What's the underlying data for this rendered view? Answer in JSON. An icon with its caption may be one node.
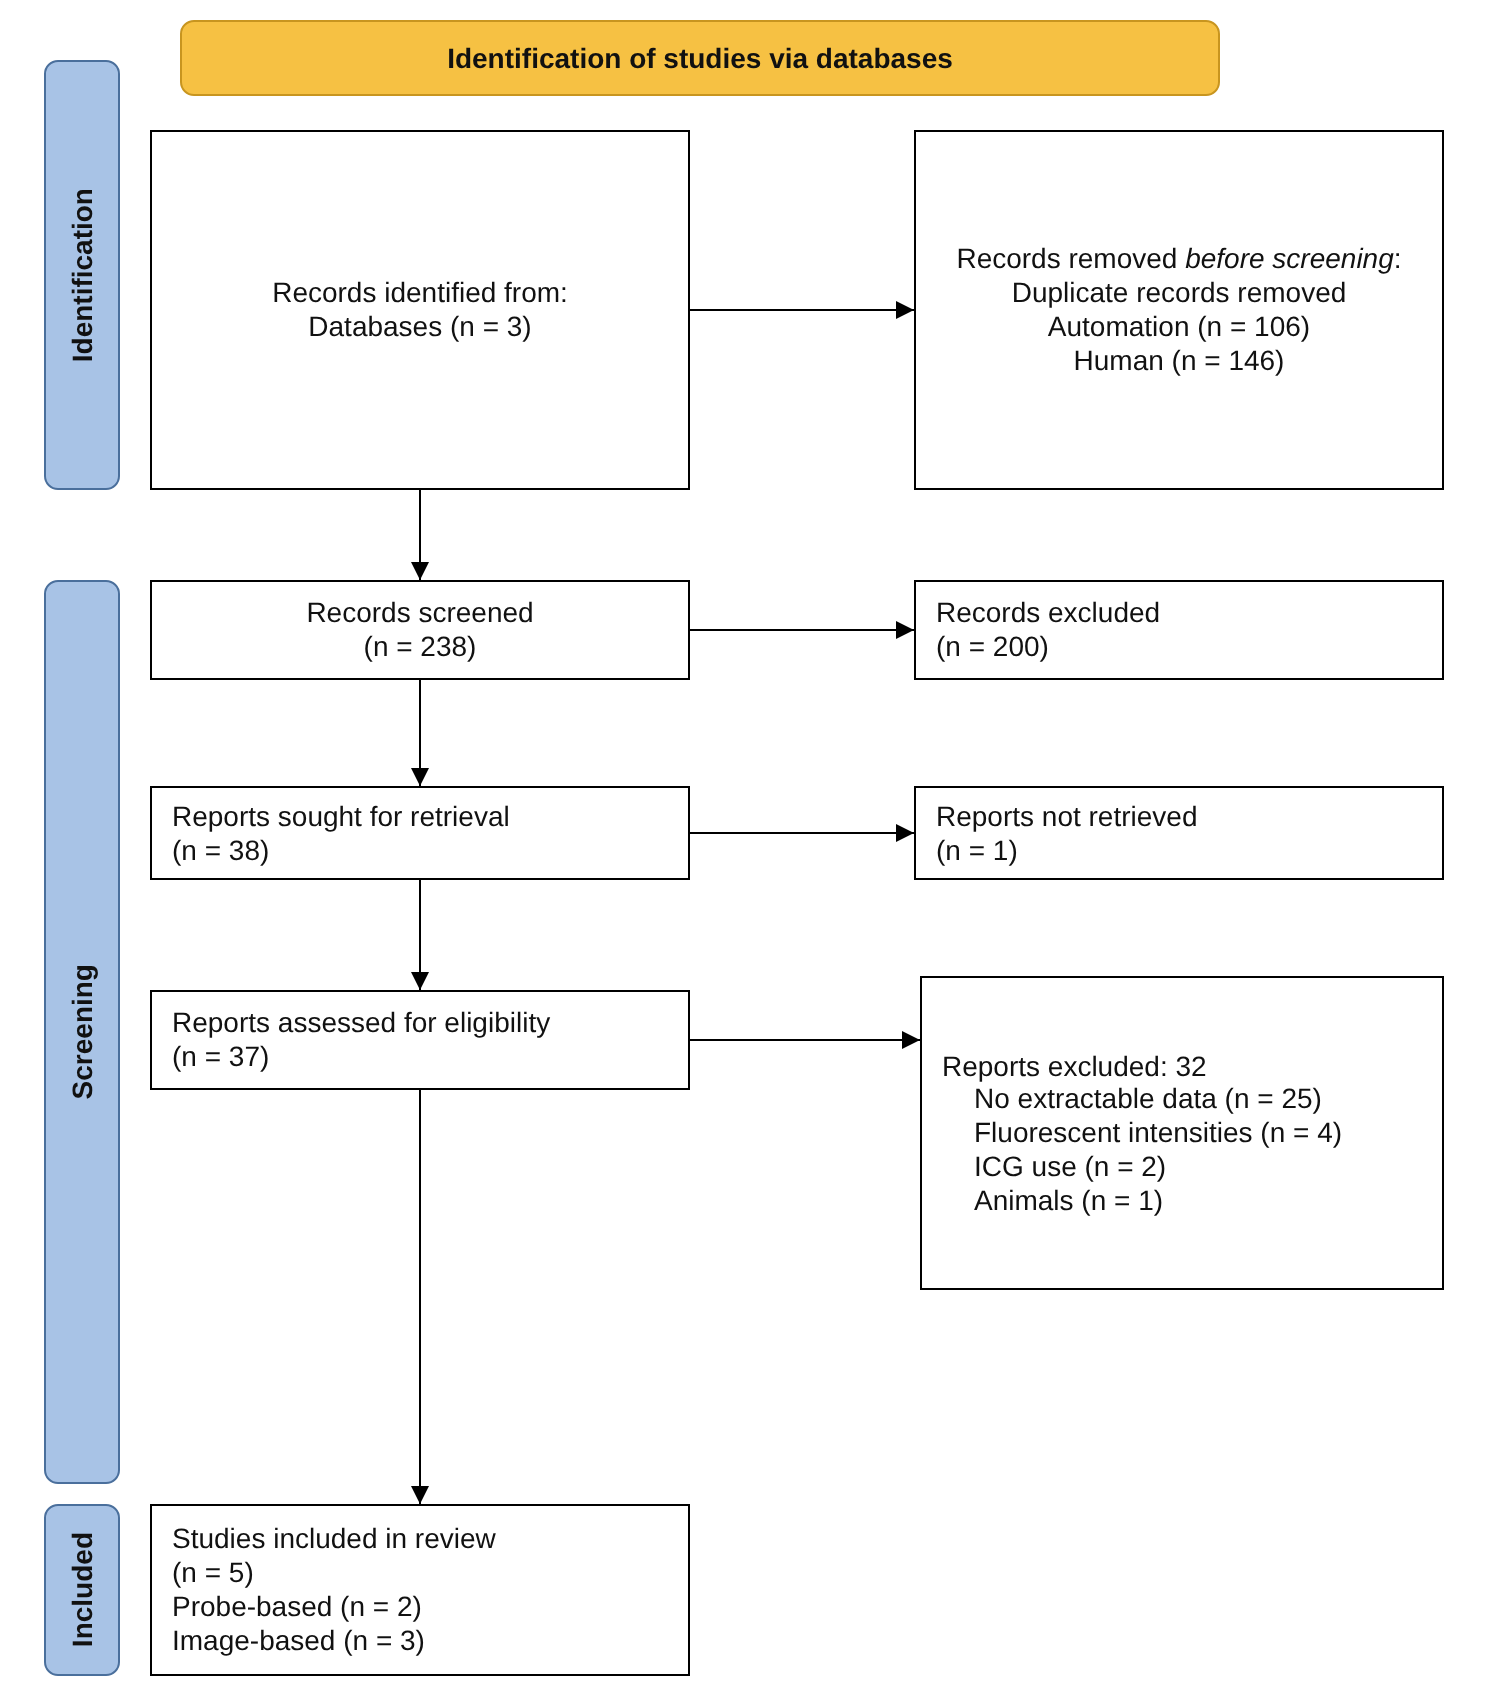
{
  "diagram": {
    "nodes": [
      {
        "text": [
          "Identification of studies via databases"
        ]
      },
      {
        "text": [
          "Identification"
        ]
      },
      {
        "text": [
          "Records identified from:",
          "Databases (n = 3)"
        ]
      },
      {
        "text": [
          "Records removed *before screening*:",
          "Duplicate records removed",
          "Automation (n = 106)",
          "Human (n = 146)"
        ]
      },
      {
        "text": [
          "Screening"
        ]
      },
      {
        "text": [
          "Records screened",
          "(n = 238)"
        ]
      },
      {
        "text": [
          "Records excluded",
          "(n = 200)"
        ]
      },
      {
        "text": [
          "Reports sought for retrieval",
          "(n = 38)"
        ]
      },
      {
        "text": [
          "Reports not retrieved",
          "(n = 1)"
        ]
      },
      {
        "text": [
          "Reports assessed for eligibility",
          "(n = 37)"
        ]
      },
      {
        "text": [
          "Reports excluded: 32",
          "No extractable data (n = 25)",
          "Fluorescent intensities (n = 4)",
          "ICG use (n = 2)",
          "Animals (n = 1)"
        ]
      },
      {
        "text": [
          "Included"
        ]
      },
      {
        "text": [
          "Studies included in review",
          "(n = 5)",
          "Probe-based (n = 2)",
          "Image-based (n = 3)"
        ]
      }
    ],
    "edges": [
      {
        "from": 2,
        "to": 3,
        "arrow": "to"
      },
      {
        "from": 2,
        "to": 5,
        "arrow": "to"
      },
      {
        "from": 5,
        "to": 6,
        "arrow": "to"
      },
      {
        "from": 5,
        "to": 7,
        "arrow": "to"
      },
      {
        "from": 7,
        "to": 8,
        "arrow": "to"
      },
      {
        "from": 7,
        "to": 9,
        "arrow": "to"
      },
      {
        "from": 9,
        "to": 10,
        "arrow": "to"
      },
      {
        "from": 9,
        "to": 12,
        "arrow": "to"
      }
    ]
  }
}
